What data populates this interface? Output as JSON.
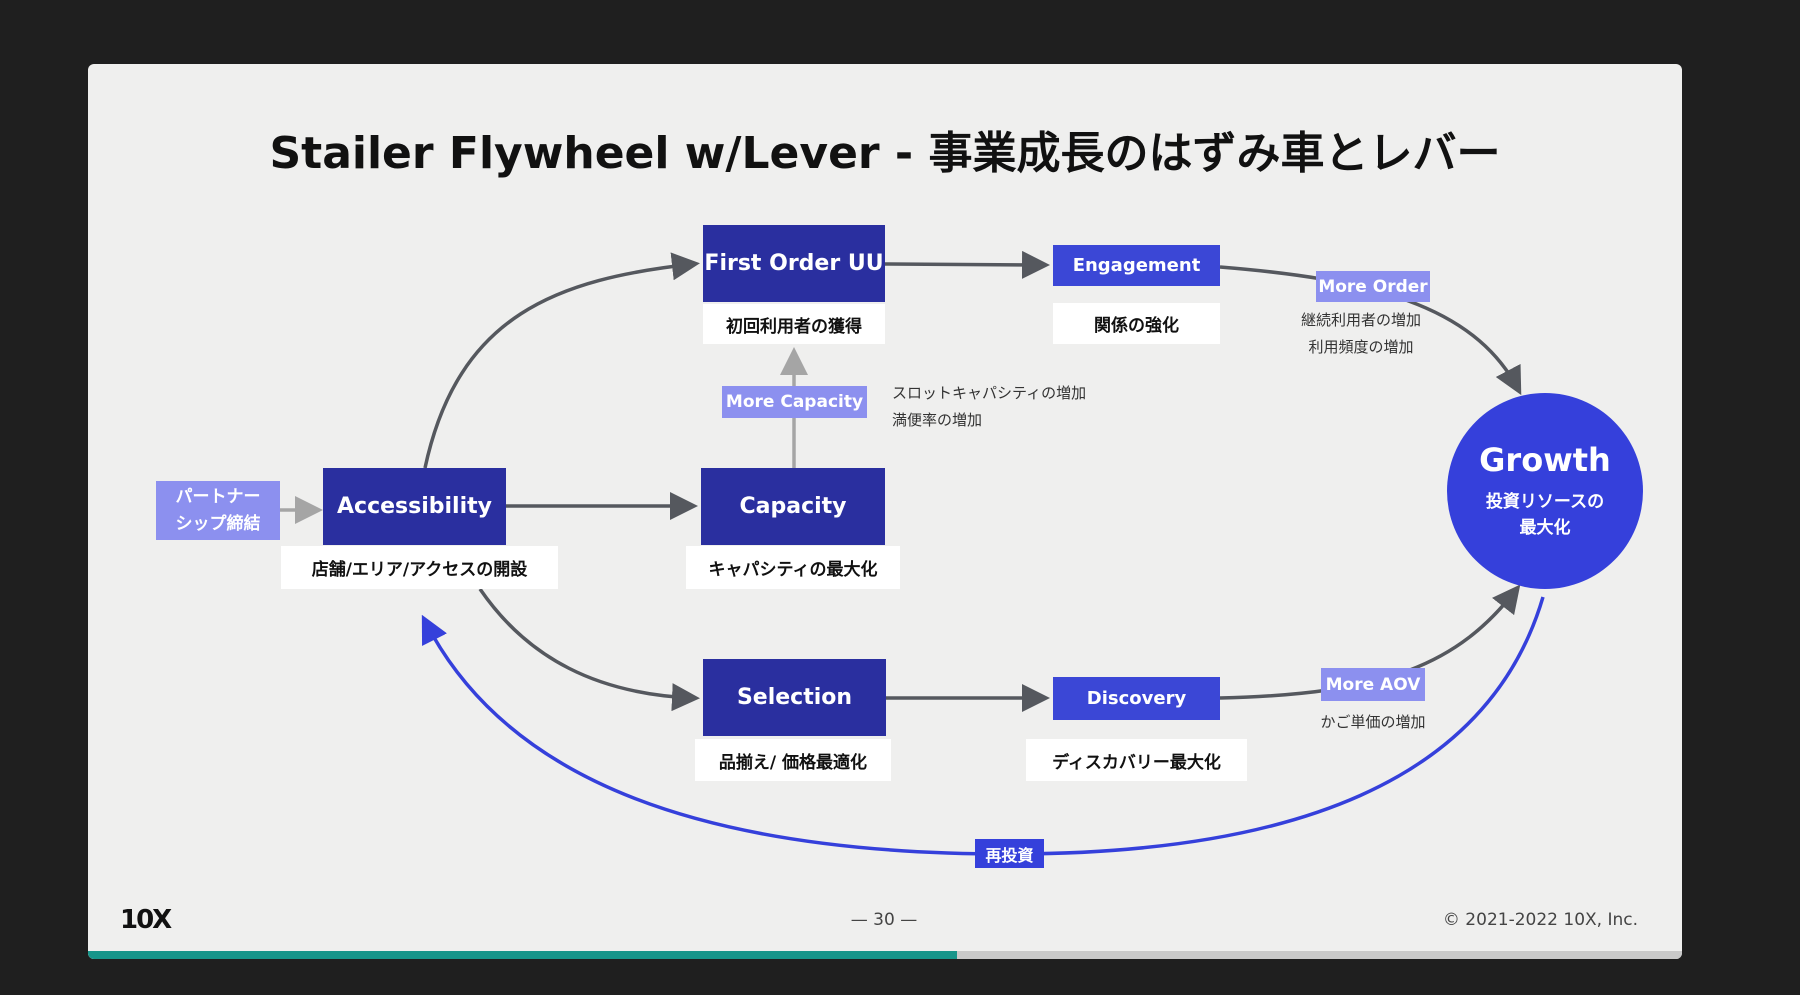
{
  "title": "Stailer Flywheel w/Lever - 事業成長のはずみ車とレバー",
  "nodes": {
    "first_order": {
      "label": "First Order UU",
      "sub": "初回利用者の獲得"
    },
    "engagement": {
      "label": "Engagement",
      "sub": "関係の強化"
    },
    "accessibility": {
      "label": "Accessibility",
      "sub": "店舗/エリア/アクセスの開設"
    },
    "capacity": {
      "label": "Capacity",
      "sub": "キャパシティの最大化"
    },
    "selection": {
      "label": "Selection",
      "sub": "品揃え/ 価格最適化"
    },
    "discovery": {
      "label": "Discovery",
      "sub": "ディスカバリー最大化"
    },
    "growth": {
      "label": "Growth",
      "sub": "投資リソースの最大化",
      "sub_line1": "投資リソースの",
      "sub_line2": "最大化"
    }
  },
  "levers": {
    "partner": {
      "line1": "パートナー",
      "line2": "シップ締結"
    },
    "more_capacity": {
      "label": "More Capacity",
      "note1": "スロットキャパシティの増加",
      "note2": "満便率の増加"
    },
    "more_order": {
      "label": "More Order",
      "note1": "継続利用者の増加",
      "note2": "利用頻度の増加"
    },
    "more_aov": {
      "label": "More AOV",
      "note1": "かご単価の増加"
    },
    "reinvest": {
      "label": "再投資"
    }
  },
  "footer": {
    "logo": "10X",
    "page": "— 30 —",
    "copyright": "© 2021-2022 10X, Inc."
  },
  "progress": 0.545,
  "colors": {
    "navy": "#2a2f9f",
    "blue": "#3b47d6",
    "lavender": "#8c90ef",
    "growth": "#3540db",
    "arrow": "#55585e",
    "accent": "#17958a"
  }
}
